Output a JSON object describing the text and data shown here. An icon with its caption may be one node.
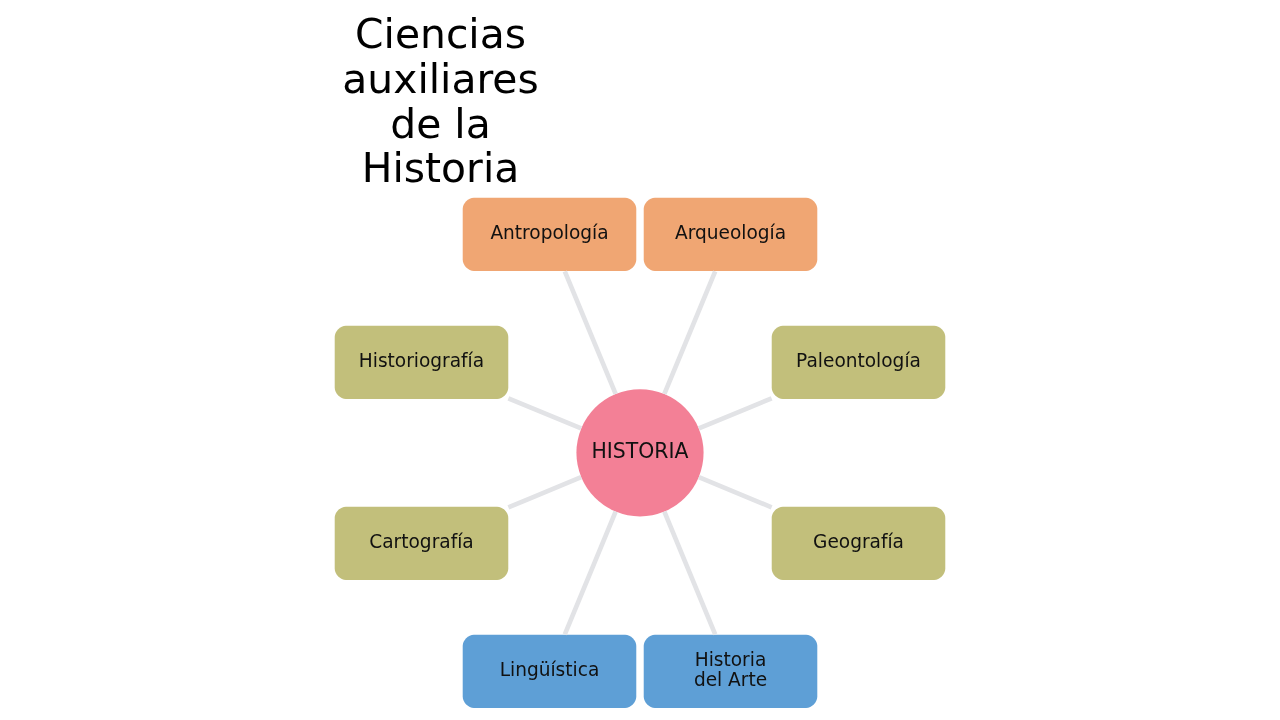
{
  "diagram": {
    "title": "Ciencias auxiliares de la Historia",
    "nodes": [
      {
        "text": [
          "Antropología"
        ]
      },
      {
        "text": [
          "Arqueología"
        ]
      },
      {
        "text": [
          "Historiografía"
        ]
      },
      {
        "text": [
          "Paleontología"
        ]
      },
      {
        "text": [
          "HISTORIA"
        ]
      },
      {
        "text": [
          "Cartografía"
        ]
      },
      {
        "text": [
          "Geografía"
        ]
      },
      {
        "text": [
          "Lingüística"
        ]
      },
      {
        "text": [
          "Historia del Arte"
        ]
      }
    ],
    "edges": [
      {
        "from": 4,
        "to": 0,
        "arrow": "none"
      },
      {
        "from": 4,
        "to": 1,
        "arrow": "none"
      },
      {
        "from": 4,
        "to": 2,
        "arrow": "none"
      },
      {
        "from": 4,
        "to": 3,
        "arrow": "none"
      },
      {
        "from": 4,
        "to": 5,
        "arrow": "none"
      },
      {
        "from": 4,
        "to": 6,
        "arrow": "none"
      },
      {
        "from": 4,
        "to": 7,
        "arrow": "none"
      },
      {
        "from": 4,
        "to": 8,
        "arrow": "none"
      }
    ]
  }
}
